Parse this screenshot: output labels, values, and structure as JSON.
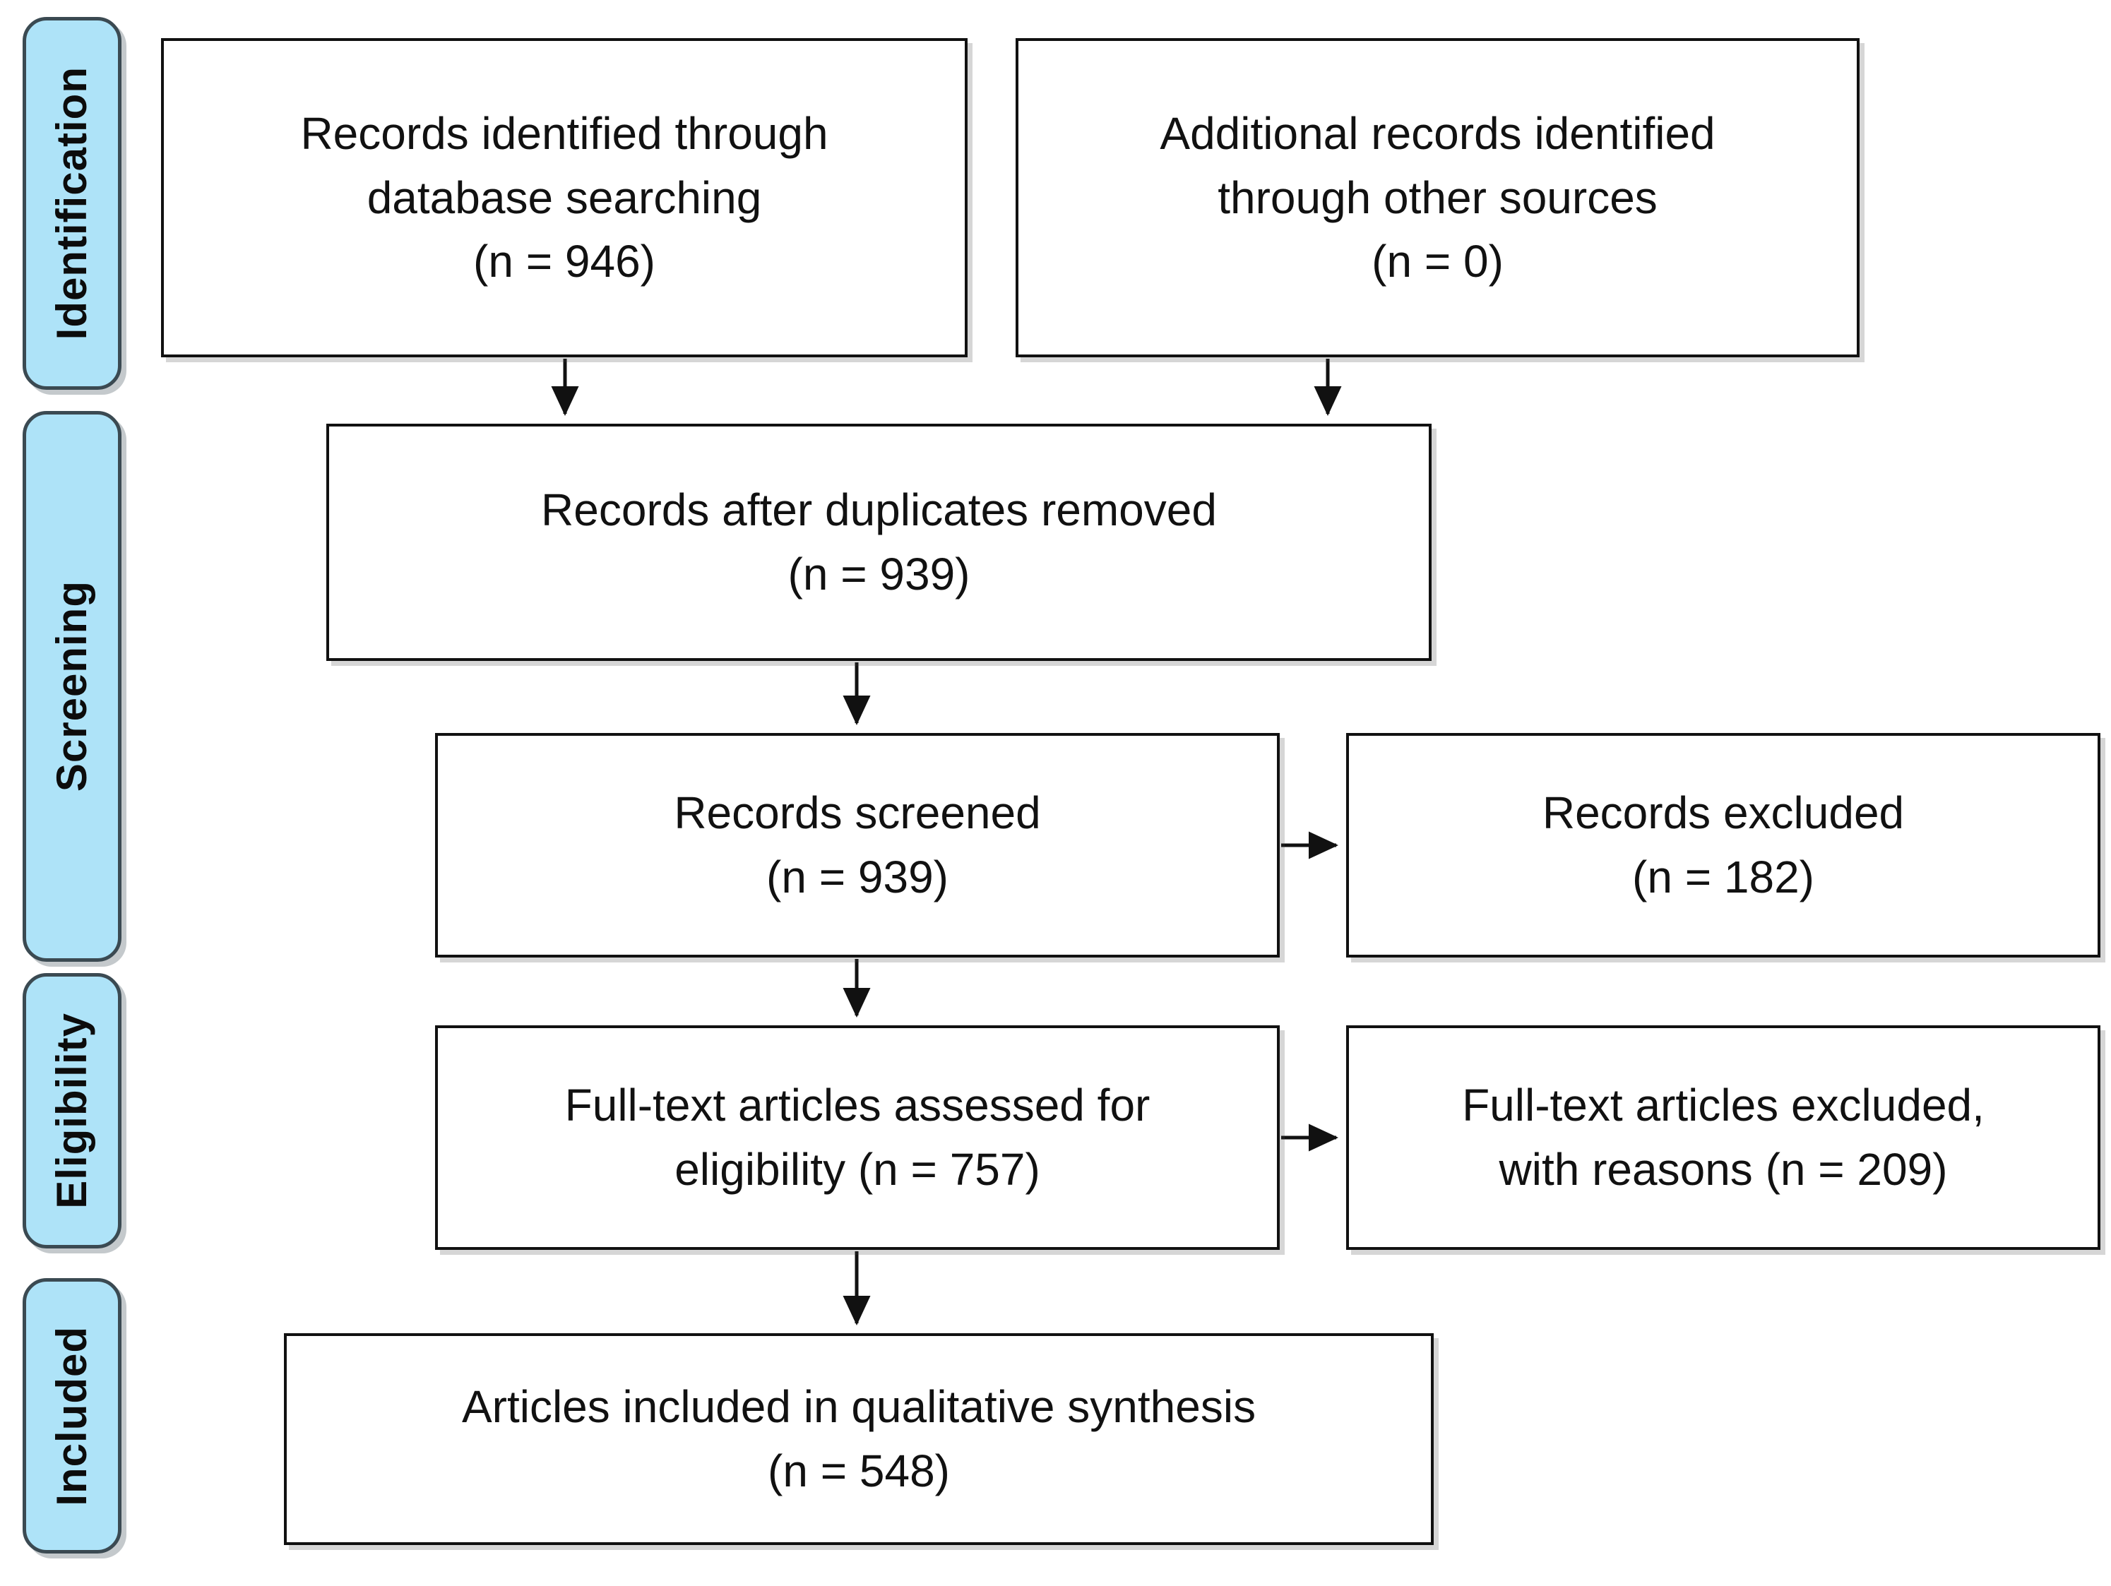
{
  "diagram": {
    "type": "prisma-flow-diagram",
    "stages": [
      {
        "id": "identification",
        "label": "Identification"
      },
      {
        "id": "screening",
        "label": "Screening"
      },
      {
        "id": "eligibility",
        "label": "Eligibility"
      },
      {
        "id": "included",
        "label": "Included"
      }
    ],
    "boxes": [
      {
        "id": "db-search",
        "stage": "identification",
        "text": "Records identified through\ndatabase searching\n(n = 946)",
        "n": 946
      },
      {
        "id": "other-sources",
        "stage": "identification",
        "text": "Additional records identified\nthrough other sources\n(n = 0)",
        "n": 0
      },
      {
        "id": "duplicates-removed",
        "stage": "screening",
        "text": "Records after duplicates removed\n(n = 939)",
        "n": 939
      },
      {
        "id": "records-screened",
        "stage": "screening",
        "text": "Records screened\n(n = 939)",
        "n": 939
      },
      {
        "id": "records-excluded",
        "stage": "screening",
        "text": "Records excluded\n(n = 182)",
        "n": 182
      },
      {
        "id": "fulltext-assessed",
        "stage": "eligibility",
        "text": "Full-text articles assessed for\neligibility (n = 757)",
        "n": 757
      },
      {
        "id": "fulltext-excluded",
        "stage": "eligibility",
        "text": "Full-text articles excluded,\nwith reasons (n = 209)",
        "n": 209
      },
      {
        "id": "articles-included",
        "stage": "included",
        "text": "Articles included in qualitative synthesis\n(n = 548)",
        "n": 548
      }
    ],
    "connections": [
      {
        "from": "db-search",
        "to": "duplicates-removed",
        "direction": "down"
      },
      {
        "from": "other-sources",
        "to": "duplicates-removed",
        "direction": "down"
      },
      {
        "from": "duplicates-removed",
        "to": "records-screened",
        "direction": "down"
      },
      {
        "from": "records-screened",
        "to": "records-excluded",
        "direction": "right"
      },
      {
        "from": "records-screened",
        "to": "fulltext-assessed",
        "direction": "down"
      },
      {
        "from": "fulltext-assessed",
        "to": "fulltext-excluded",
        "direction": "right"
      },
      {
        "from": "fulltext-assessed",
        "to": "articles-included",
        "direction": "down"
      }
    ],
    "colors": {
      "stage_tab_fill": "#AEE3F8",
      "stage_tab_border": "#3B4A52",
      "box_border": "#111111",
      "box_fill": "#FFFFFF",
      "connector": "#111111",
      "background": "#FFFFFF"
    }
  }
}
